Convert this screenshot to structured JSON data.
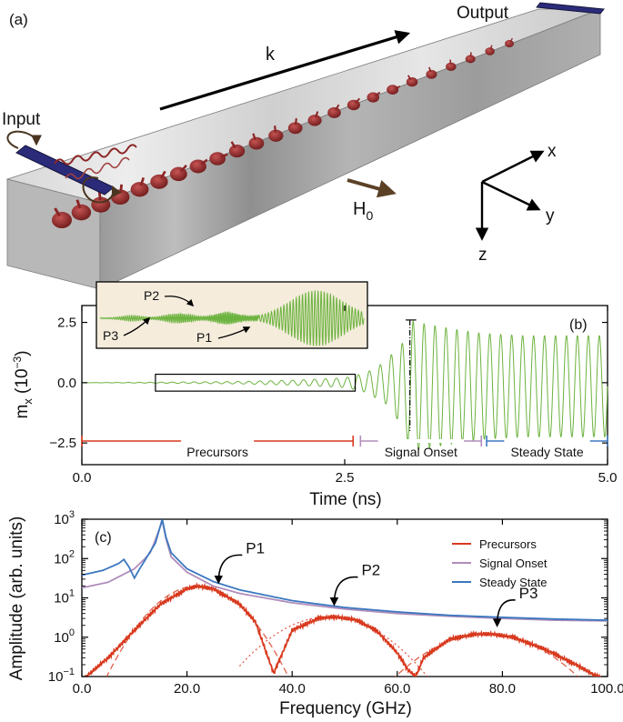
{
  "panel_a": {
    "panel_label": "(a)",
    "input_label": "Input",
    "output_label": "Output",
    "k_label": "k",
    "h0_label": "H",
    "h0_subscript": "0",
    "axis_x": "x",
    "axis_y": "y",
    "axis_z": "z"
  },
  "colors": {
    "signal": "#6cb33f",
    "precursors": "#d8391e",
    "signal_onset": "#b08dbb",
    "steady_state": "#3b78c0",
    "antenna": "#2b2b7a",
    "spin": "#8b2525",
    "inset_bg": "#f5ecdc"
  },
  "chart_data": [
    {
      "panel_label": "(b)",
      "type": "line",
      "xlabel": "Time (ns)",
      "ylabel_main": "m",
      "ylabel_sub": "x",
      "ylabel_units": " (10",
      "ylabel_exp": "−3",
      "ylabel_close": ")",
      "xlim": [
        0.0,
        5.0
      ],
      "ylim": [
        -3.4,
        3.2
      ],
      "xticks": [
        "0.0",
        "2.5",
        "5.0"
      ],
      "yticks": [
        "2.5",
        "0.0",
        "−2.5"
      ],
      "ytick_values": [
        2.5,
        0.0,
        -2.5
      ],
      "xtick_values": [
        0.0,
        2.5,
        5.0
      ],
      "signal_envelope": {
        "t": [
          0.0,
          0.7,
          1.5,
          2.0,
          2.5,
          2.7,
          2.9,
          3.05,
          3.15,
          3.25,
          3.5,
          3.8,
          4.2,
          4.6,
          5.0
        ],
        "amplitude": [
          0.0,
          0.02,
          0.05,
          0.1,
          0.2,
          0.4,
          0.9,
          1.8,
          2.7,
          2.6,
          2.4,
          2.2,
          2.1,
          2.1,
          2.1
        ]
      },
      "regions": [
        {
          "name": "Precursors",
          "start": 0.0,
          "end": 2.58,
          "color": "#d8391e"
        },
        {
          "name": "Signal Onset",
          "start": 2.65,
          "end": 3.8,
          "color": "#b08dbb"
        },
        {
          "name": "Steady State",
          "start": 3.85,
          "end": 5.0,
          "color": "#3b78c0"
        }
      ],
      "inset_box": {
        "t_start": 0.7,
        "t_end": 2.6
      },
      "inset_labels": {
        "p1": "P1",
        "p2": "P2",
        "p3": "P3"
      }
    },
    {
      "panel_label": "(c)",
      "type": "line",
      "xlabel": "Frequency (GHz)",
      "ylabel": "Amplitude (arb. units)",
      "xlim": [
        0.0,
        100.0
      ],
      "ylim_exp": [
        -1,
        3
      ],
      "y_scale": "log",
      "xticks": [
        "0.0",
        "20.0",
        "40.0",
        "60.0",
        "80.0",
        "100.0"
      ],
      "xtick_values": [
        0,
        20,
        40,
        60,
        80,
        100
      ],
      "yticks": [
        {
          "base": "10",
          "exp": "3",
          "value": 1000
        },
        {
          "base": "10",
          "exp": "2",
          "value": 100
        },
        {
          "base": "10",
          "exp": "1",
          "value": 10
        },
        {
          "base": "10",
          "exp": "0",
          "value": 1
        },
        {
          "base": "10",
          "exp": "−1",
          "value": 0.1
        }
      ],
      "legend_position": "top-right",
      "series": [
        {
          "name": "Precursors",
          "color": "#d8391e",
          "x": [
            0,
            5,
            10,
            15,
            20,
            22,
            25,
            30,
            33,
            36.5,
            40,
            45,
            48,
            52,
            56,
            60,
            62,
            63.5,
            65,
            70,
            75,
            78,
            82,
            88,
            94,
            98,
            100
          ],
          "y": [
            0.08,
            0.3,
            1.5,
            7,
            17,
            20,
            17,
            7,
            2.5,
            0.12,
            1.5,
            3,
            3.3,
            2.8,
            1.5,
            0.4,
            0.15,
            0.1,
            0.3,
            0.9,
            1.2,
            1.2,
            1.0,
            0.5,
            0.2,
            0.1,
            0.08
          ]
        },
        {
          "name": "Signal Onset",
          "color": "#b08dbb",
          "x": [
            0,
            5,
            10,
            12,
            13,
            14,
            15.3,
            16,
            17,
            20,
            25,
            30,
            40,
            50,
            60,
            70,
            80,
            90,
            100
          ],
          "y": [
            18,
            25,
            55,
            100,
            140,
            300,
            900,
            320,
            110,
            45,
            20,
            13,
            7.5,
            5.2,
            4.0,
            3.4,
            3.0,
            2.7,
            2.6
          ]
        },
        {
          "name": "Steady State",
          "color": "#3b78c0",
          "x": [
            0,
            4,
            7,
            8,
            9,
            10,
            11,
            12,
            14,
            15.3,
            16,
            17,
            20,
            25,
            30,
            40,
            50,
            60,
            70,
            80,
            90,
            100
          ],
          "y": [
            38,
            50,
            75,
            95,
            60,
            32,
            55,
            90,
            250,
            1000,
            350,
            140,
            55,
            26,
            16,
            8.5,
            5.7,
            4.4,
            3.6,
            3.2,
            2.9,
            2.7
          ]
        }
      ],
      "annotations": [
        {
          "label": "P1",
          "target_x": 26,
          "target_y": 20
        },
        {
          "label": "P2",
          "target_x": 48,
          "target_y": 5.5
        },
        {
          "label": "P3",
          "target_x": 79,
          "target_y": 1.6
        }
      ]
    }
  ]
}
